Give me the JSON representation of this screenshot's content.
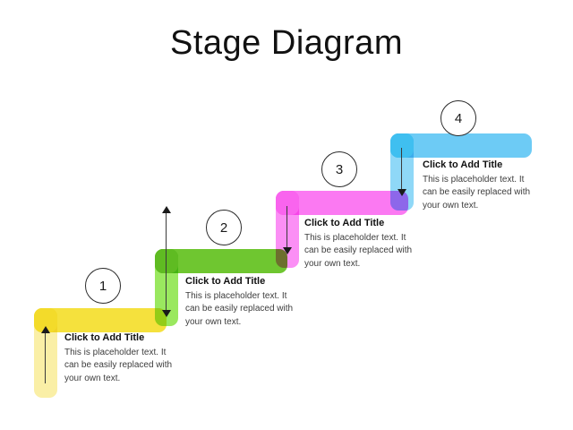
{
  "page": {
    "title": "Stage Diagram",
    "background_color": "#ffffff"
  },
  "diagram": {
    "type": "stage-diagram",
    "stage_count": 4,
    "direction": "ascending-left-to-right",
    "stages": [
      {
        "number": "1",
        "color": "#F5E13D",
        "stem_color": "#FAEFA6",
        "cap_color": "#F3DB2A",
        "title": "Click to Add Title",
        "body": "This is placeholder text. It can be easily replaced with your own text.",
        "arrow": "up"
      },
      {
        "number": "2",
        "color": "#6FC630",
        "stem_color": "#9AE85F",
        "cap_color": "#5FBB22",
        "title": "Click to Add Title",
        "body": "This is placeholder text. It can be easily replaced with your own text.",
        "arrow": "double"
      },
      {
        "number": "3",
        "color": "#FB79F2",
        "stem_color": "#FB8FF5",
        "cap_color": "#F964EE",
        "title": "Click to Add Title",
        "body": "This is placeholder text. It can be easily replaced with your own text.",
        "arrow": "down"
      },
      {
        "number": "4",
        "color": "#6DCBF5",
        "stem_color": "#8FD8F7",
        "cap_color": "#3FBFF0",
        "title": "Click to Add Title",
        "body": "This is placeholder text. It can be easily replaced with your own text.",
        "arrow": "down"
      }
    ]
  }
}
